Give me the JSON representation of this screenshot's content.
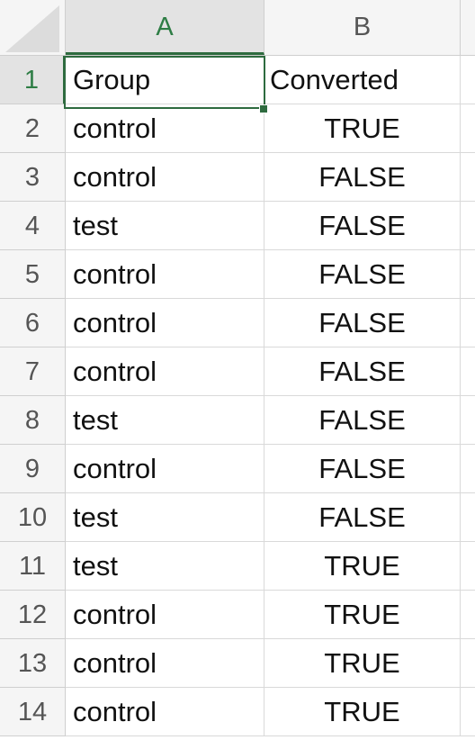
{
  "columns": {
    "a": "A",
    "b": "B"
  },
  "rows": [
    {
      "num": "1",
      "a": "Group",
      "b": "Converted"
    },
    {
      "num": "2",
      "a": "control",
      "b": "TRUE"
    },
    {
      "num": "3",
      "a": "control",
      "b": "FALSE"
    },
    {
      "num": "4",
      "a": "test",
      "b": "FALSE"
    },
    {
      "num": "5",
      "a": "control",
      "b": "FALSE"
    },
    {
      "num": "6",
      "a": "control",
      "b": "FALSE"
    },
    {
      "num": "7",
      "a": "control",
      "b": "FALSE"
    },
    {
      "num": "8",
      "a": "test",
      "b": "FALSE"
    },
    {
      "num": "9",
      "a": "control",
      "b": "FALSE"
    },
    {
      "num": "10",
      "a": "test",
      "b": "FALSE"
    },
    {
      "num": "11",
      "a": "test",
      "b": "TRUE"
    },
    {
      "num": "12",
      "a": "control",
      "b": "TRUE"
    },
    {
      "num": "13",
      "a": "control",
      "b": "TRUE"
    },
    {
      "num": "14",
      "a": "control",
      "b": "TRUE"
    }
  ],
  "selection": {
    "cell": "A1",
    "color": "#2e6b3f"
  }
}
